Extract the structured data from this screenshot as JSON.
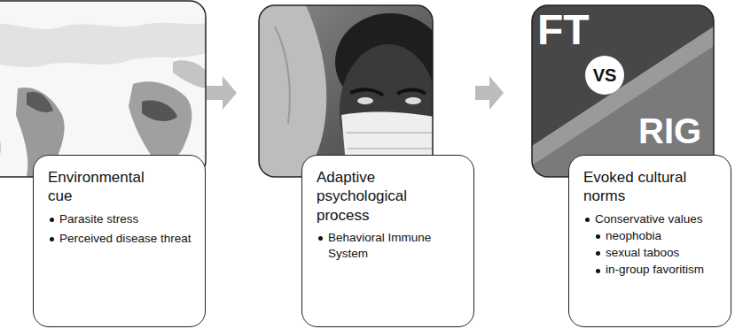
{
  "diagram": {
    "nodes": [
      {
        "text": [
          "Environmental cue",
          "Parasite stress",
          "Perceived disease threat"
        ]
      },
      {
        "text": [
          "Adaptive psychological process",
          "Behavioral Immune System"
        ]
      },
      {
        "text": [
          "Evoked cultural norms",
          "Conservative values",
          "neophobia",
          "sexual taboos",
          "in-group favoritism"
        ]
      }
    ],
    "edges": [
      {
        "from": 0,
        "to": 1,
        "arrow": "to"
      },
      {
        "from": 1,
        "to": 2,
        "arrow": "to"
      }
    ],
    "labels": [
      "FT",
      "VS",
      "RIG"
    ]
  }
}
